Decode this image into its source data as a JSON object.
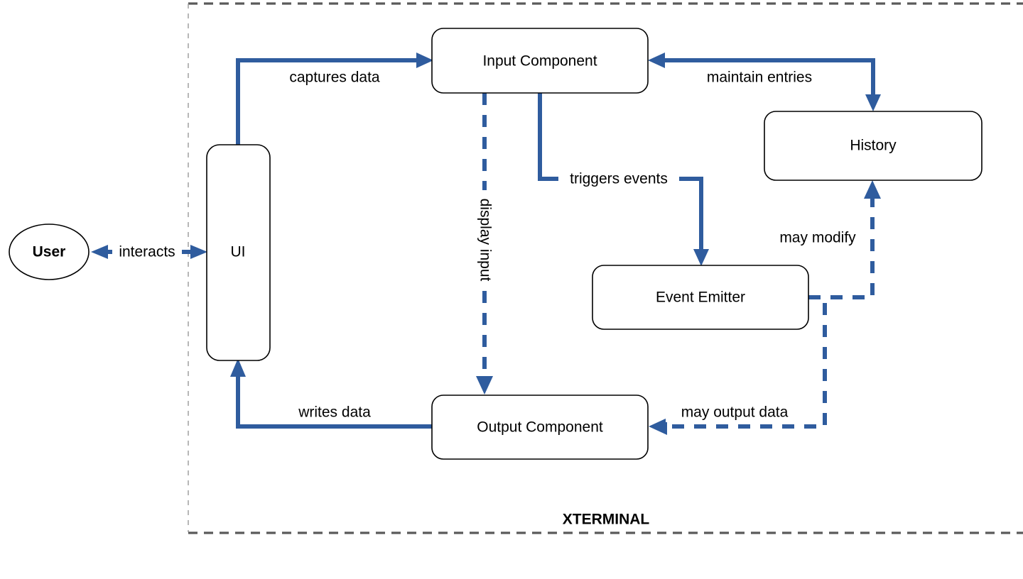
{
  "diagram": {
    "title": "XTERMINAL",
    "boundary_label": "XTERMINAL",
    "accent_color": "#2F5C9E",
    "node_border_color": "#000000",
    "boundary_color": "#5a5a5a",
    "nodes": [
      {
        "id": "user",
        "label": "User",
        "shape": "ellipse",
        "bold": true
      },
      {
        "id": "ui",
        "label": "UI",
        "shape": "rounded-rect"
      },
      {
        "id": "input",
        "label": "Input Component",
        "shape": "rounded-rect"
      },
      {
        "id": "history",
        "label": "History",
        "shape": "rounded-rect"
      },
      {
        "id": "event_emitter",
        "label": "Event Emitter",
        "shape": "rounded-rect"
      },
      {
        "id": "output",
        "label": "Output Component",
        "shape": "rounded-rect"
      }
    ],
    "edges": [
      {
        "id": "interacts",
        "label": "interacts",
        "from": "user",
        "to": "ui",
        "style": "solid",
        "arrows": "both"
      },
      {
        "id": "captures_data",
        "label": "captures data",
        "from": "ui",
        "to": "input",
        "style": "solid",
        "arrows": "end"
      },
      {
        "id": "maintain_entries",
        "label": "maintain entries",
        "from": "input",
        "to": "history",
        "style": "solid",
        "arrows": "both"
      },
      {
        "id": "triggers_events",
        "label": "triggers events",
        "from": "input",
        "to": "event_emitter",
        "style": "solid",
        "arrows": "end"
      },
      {
        "id": "display_input",
        "label": "display input",
        "from": "input",
        "to": "output",
        "style": "dashed",
        "arrows": "end",
        "orientation": "vertical"
      },
      {
        "id": "may_modify",
        "label": "may modify",
        "from": "event_emitter",
        "to": "history",
        "style": "dashed",
        "arrows": "end"
      },
      {
        "id": "may_output_data",
        "label": "may output data",
        "from": "event_emitter",
        "to": "output",
        "style": "dashed",
        "arrows": "end"
      },
      {
        "id": "writes_data",
        "label": "writes data",
        "from": "output",
        "to": "ui",
        "style": "solid",
        "arrows": "end"
      }
    ]
  }
}
